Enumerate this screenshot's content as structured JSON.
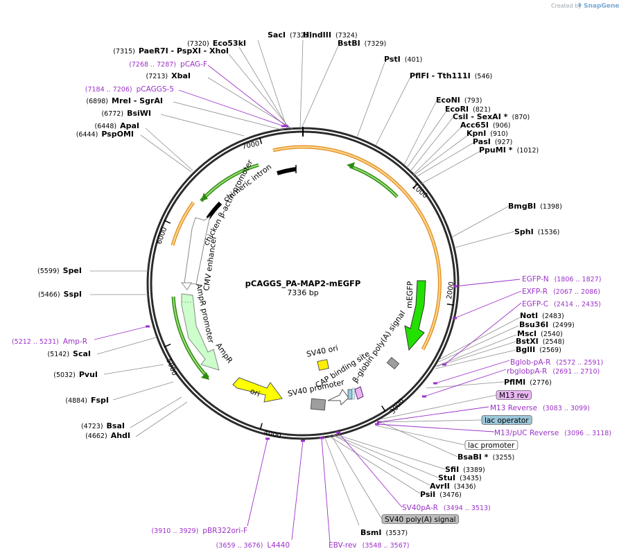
{
  "credit": {
    "prefix": "Created by",
    "brand": "SnapGene"
  },
  "plasmid": {
    "name": "pCAGGS_PA-MAP2-mEGFP",
    "length": "7336 bp",
    "total_bp": 7336
  },
  "ticks": [
    "1000",
    "2000",
    "3000",
    "4000",
    "5000",
    "6000",
    "7000"
  ],
  "sites": [
    {
      "name": "SacI",
      "pos": "(7322)"
    },
    {
      "name": "Eco53kI",
      "pos": "(7320)"
    },
    {
      "name": "PaeR7I  - PspXI  - XhoI",
      "pos": "(7315)"
    },
    {
      "name": "XbaI",
      "pos": "(7213)"
    },
    {
      "name": "MreI  - SgrAI",
      "pos": "(6898)"
    },
    {
      "name": "BsiWI",
      "pos": "(6772)"
    },
    {
      "name": "ApaI",
      "pos": "(6448)"
    },
    {
      "name": "PspOMI",
      "pos": "(6444)"
    },
    {
      "name": "SpeI",
      "pos": "(5599)"
    },
    {
      "name": "SspI",
      "pos": "(5466)"
    },
    {
      "name": "ScaI",
      "pos": "(5142)"
    },
    {
      "name": "PvuI",
      "pos": "(5032)"
    },
    {
      "name": "FspI",
      "pos": "(4884)"
    },
    {
      "name": "BsaI",
      "pos": "(4723)"
    },
    {
      "name": "AhdI",
      "pos": "(4662)"
    },
    {
      "name": "HindIII",
      "pos": "(7324)"
    },
    {
      "name": "BstBI",
      "pos": "(7329)"
    },
    {
      "name": "PstI",
      "pos": "(401)"
    },
    {
      "name": "PflFI  - Tth111I",
      "pos": "(546)"
    },
    {
      "name": "EcoNI",
      "pos": "(793)"
    },
    {
      "name": "EcoRI",
      "pos": "(821)"
    },
    {
      "name": "CsiI  - SexAI *",
      "pos": "(870)"
    },
    {
      "name": "Acc65I",
      "pos": "(906)"
    },
    {
      "name": "KpnI",
      "pos": "(910)"
    },
    {
      "name": "PasI",
      "pos": "(927)"
    },
    {
      "name": "PpuMI *",
      "pos": "(1012)"
    },
    {
      "name": "BmgBI",
      "pos": "(1398)"
    },
    {
      "name": "SphI",
      "pos": "(1536)"
    },
    {
      "name": "NotI",
      "pos": "(2483)"
    },
    {
      "name": "Bsu36I",
      "pos": "(2499)"
    },
    {
      "name": "MscI",
      "pos": "(2540)"
    },
    {
      "name": "BstXI",
      "pos": "(2548)"
    },
    {
      "name": "BglII",
      "pos": "(2569)"
    },
    {
      "name": "PflMI",
      "pos": "(2776)"
    },
    {
      "name": "BsaBI *",
      "pos": "(3255)"
    },
    {
      "name": "SfiI",
      "pos": "(3389)"
    },
    {
      "name": "StuI",
      "pos": "(3435)"
    },
    {
      "name": "AvrII",
      "pos": "(3436)"
    },
    {
      "name": "PsiI",
      "pos": "(3476)"
    },
    {
      "name": "BsmI",
      "pos": "(3537)"
    }
  ],
  "primers": [
    {
      "name": "pCAG-F",
      "pos": "(7268 .. 7287)"
    },
    {
      "name": "pCAGGS-5",
      "pos": "(7184 .. 7206)"
    },
    {
      "name": "Amp-R",
      "pos": "(5212 .. 5231)"
    },
    {
      "name": "EGFP-N",
      "pos": "(1806 .. 1827)"
    },
    {
      "name": "EXFP-R",
      "pos": "(2067 .. 2086)"
    },
    {
      "name": "EGFP-C",
      "pos": "(2414 .. 2435)"
    },
    {
      "name": "Bglob-pA-R",
      "pos": "(2572 .. 2591)"
    },
    {
      "name": "rbglobpA-R",
      "pos": "(2691 .. 2710)"
    },
    {
      "name": "M13 Reverse",
      "pos": "(3083 .. 3099)"
    },
    {
      "name": "M13/pUC Reverse",
      "pos": "(3096 .. 3118)"
    },
    {
      "name": "SV40pA-R",
      "pos": "(3494 .. 3513)"
    },
    {
      "name": "pBR322ori-F",
      "pos": "(3910 .. 3929)"
    },
    {
      "name": "L4440",
      "pos": "(3659 .. 3676)"
    },
    {
      "name": "EBV-rev",
      "pos": "(3548 .. 3567)"
    }
  ],
  "boxed_features": [
    {
      "name": "M13 rev",
      "color": "#e9b6f2"
    },
    {
      "name": "lac operator",
      "color": "#9cc7d9"
    },
    {
      "name": "lac promoter",
      "color": "#ffffff"
    },
    {
      "name": "SV40 poly(A) signal",
      "color": "#bdbdbd"
    }
  ],
  "features": [
    {
      "name": "chimeric intron"
    },
    {
      "name": "chicken β-actin promoter"
    },
    {
      "name": "CMV enhancer"
    },
    {
      "name": "AmpR promoter"
    },
    {
      "name": "AmpR"
    },
    {
      "name": "ori"
    },
    {
      "name": "SV40 promoter"
    },
    {
      "name": "SV40 ori"
    },
    {
      "name": "CAP binding site"
    },
    {
      "name": "β-globin poly(A) signal"
    },
    {
      "name": "mEGFP"
    }
  ],
  "colors": {
    "primer": "#9b30c8",
    "orange": "#f5a623",
    "green": "#2e8b10",
    "egfp": "#22e000",
    "ampr": "#ccffcc",
    "ori": "#ffff00",
    "cmv": "#ffffff",
    "sv40pa": "#9e9e9e"
  }
}
